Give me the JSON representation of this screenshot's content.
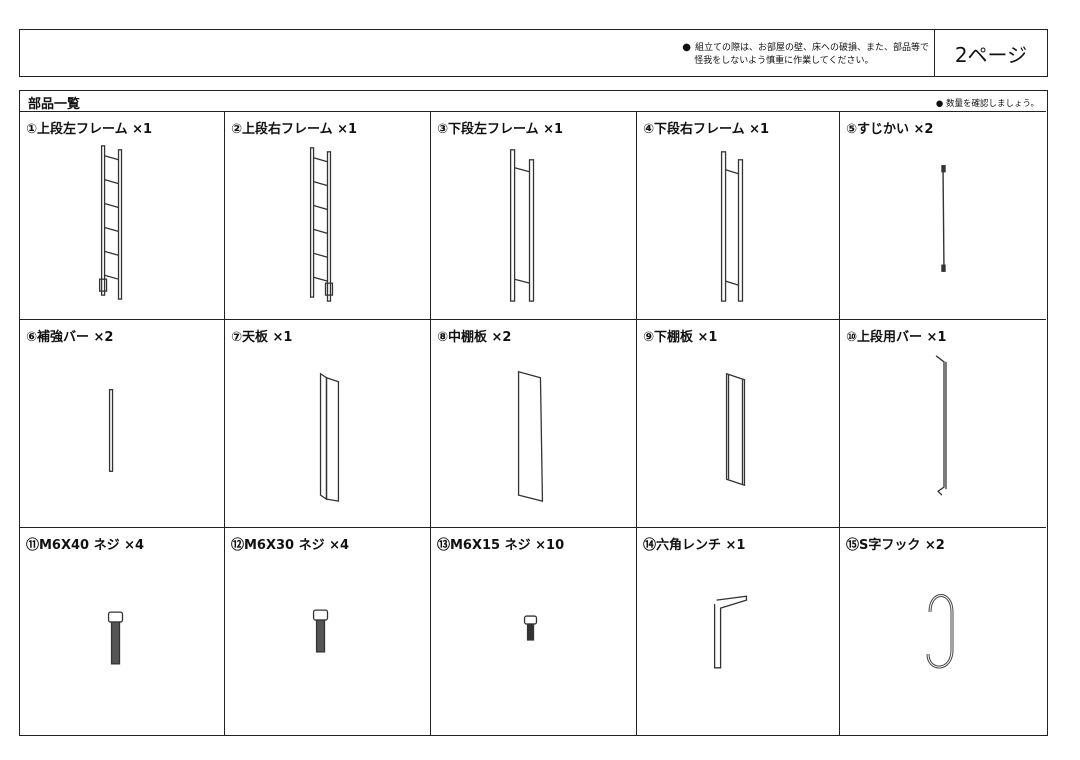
{
  "header": {
    "notice_line1": "組立ての際は、お部屋の壁、床への破損、また、部品等で",
    "notice_line2": "怪我をしないよう慎重に作業してください。",
    "page_label": "2ページ"
  },
  "parts_section": {
    "title": "部品一覧",
    "note": "数量を確認しましょう。",
    "parts": [
      {
        "label": "①上段左フレーム ×1",
        "icon": "upper-left-frame-icon"
      },
      {
        "label": "②上段右フレーム ×1",
        "icon": "upper-right-frame-icon"
      },
      {
        "label": "③下段左フレーム ×1",
        "icon": "lower-left-frame-icon"
      },
      {
        "label": "④下段右フレーム ×1",
        "icon": "lower-right-frame-icon"
      },
      {
        "label": "⑤すじかい ×2",
        "icon": "brace-icon"
      },
      {
        "label": "⑥補強バー ×2",
        "icon": "reinforcement-bar-icon"
      },
      {
        "label": "⑦天板 ×1",
        "icon": "top-board-icon"
      },
      {
        "label": "⑧中棚板 ×2",
        "icon": "middle-shelf-icon"
      },
      {
        "label": "⑨下棚板 ×1",
        "icon": "bottom-shelf-icon"
      },
      {
        "label": "⑩上段用バー ×1",
        "icon": "upper-bar-icon"
      },
      {
        "label": "⑪M6X40 ネジ ×4",
        "icon": "screw-m6x40-icon"
      },
      {
        "label": "⑫M6X30 ネジ ×4",
        "icon": "screw-m6x30-icon"
      },
      {
        "label": "⑬M6X15 ネジ ×10",
        "icon": "screw-m6x15-icon"
      },
      {
        "label": "⑭六角レンチ ×1",
        "icon": "hex-wrench-icon"
      },
      {
        "label": "⑮S字フック ×2",
        "icon": "s-hook-icon"
      }
    ]
  }
}
